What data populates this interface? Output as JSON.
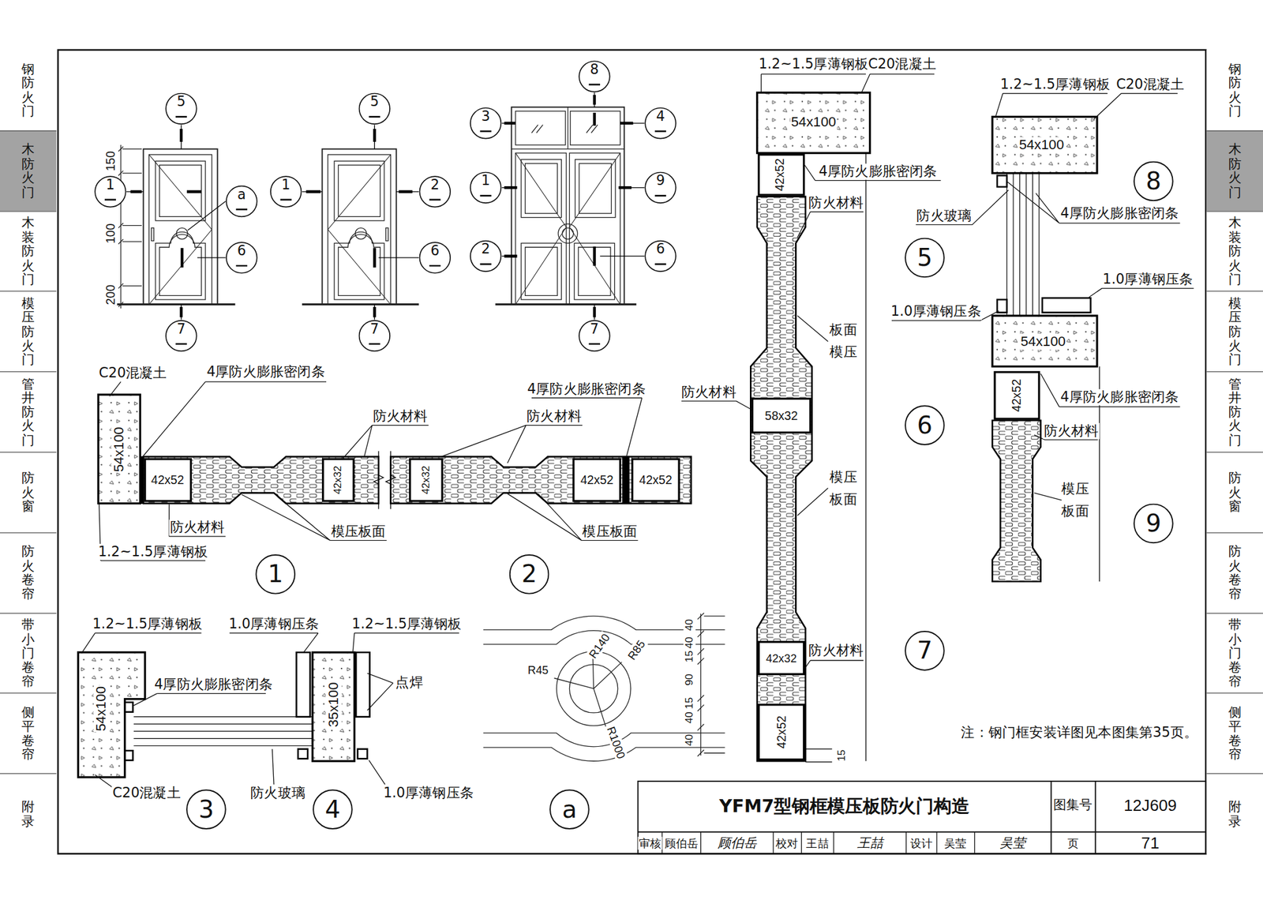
{
  "diagram": {
    "title": "YFM7型钢框模压板防火门构造",
    "nodes": [
      {
        "text": [
          "钢防火门"
        ]
      },
      {
        "text": [
          "木防火门"
        ]
      },
      {
        "text": [
          "木装防火门"
        ]
      },
      {
        "text": [
          "模压防火门"
        ]
      },
      {
        "text": [
          "管井防火门"
        ]
      },
      {
        "text": [
          "防火窗"
        ]
      },
      {
        "text": [
          "防火卷帘"
        ]
      },
      {
        "text": [
          "带小门卷帘"
        ]
      },
      {
        "text": [
          "侧平卷帘"
        ]
      },
      {
        "text": [
          "附录"
        ]
      },
      {
        "text": [
          "5"
        ]
      },
      {
        "text": [
          "1"
        ]
      },
      {
        "text": [
          "a"
        ]
      },
      {
        "text": [
          "6"
        ]
      },
      {
        "text": [
          "7"
        ]
      },
      {
        "text": [
          "5"
        ]
      },
      {
        "text": [
          "1"
        ]
      },
      {
        "text": [
          "2"
        ]
      },
      {
        "text": [
          "6"
        ]
      },
      {
        "text": [
          "7"
        ]
      },
      {
        "text": [
          "8"
        ]
      },
      {
        "text": [
          "3"
        ]
      },
      {
        "text": [
          "4"
        ]
      },
      {
        "text": [
          "1"
        ]
      },
      {
        "text": [
          "9"
        ]
      },
      {
        "text": [
          "2"
        ]
      },
      {
        "text": [
          "6"
        ]
      },
      {
        "text": [
          "7"
        ]
      },
      {
        "text": [
          "1"
        ]
      },
      {
        "text": [
          "2"
        ]
      },
      {
        "text": [
          "3"
        ]
      },
      {
        "text": [
          "4"
        ]
      },
      {
        "text": [
          "a"
        ]
      },
      {
        "text": [
          "5"
        ]
      },
      {
        "text": [
          "6"
        ]
      },
      {
        "text": [
          "7"
        ]
      },
      {
        "text": [
          "8"
        ]
      },
      {
        "text": [
          "9"
        ]
      },
      {
        "text": [
          "钢防火门"
        ]
      },
      {
        "text": [
          "木防火门"
        ]
      },
      {
        "text": [
          "木装防火门"
        ]
      },
      {
        "text": [
          "模压防火门"
        ]
      },
      {
        "text": [
          "管井防火门"
        ]
      },
      {
        "text": [
          "防火窗"
        ]
      },
      {
        "text": [
          "防火卷帘"
        ]
      },
      {
        "text": [
          "带小门卷帘"
        ]
      },
      {
        "text": [
          "侧平卷帘"
        ]
      },
      {
        "text": [
          "附录"
        ]
      }
    ],
    "labels": [
      "150",
      "100",
      "200",
      "C20混凝土",
      "4厚防火膨胀密闭条",
      "54x100",
      "42x52",
      "42x32",
      "防火材料",
      "防火材料",
      "1.2~1.5厚薄钢板",
      "模压板面",
      "4厚防火膨胀密闭条",
      "防火材料",
      "42x32",
      "42x52",
      "42x52",
      "模压板面",
      "1.2~1.5厚薄钢板",
      "4厚防火膨胀密闭条",
      "54x100",
      "C20混凝土",
      "1.0厚薄钢压条",
      "1.2~1.5厚薄钢板",
      "35x100",
      "点焊",
      "防火玻璃",
      "1.0厚薄钢压条",
      "R45",
      "R140",
      "R85",
      "R1000",
      "40",
      "40",
      "15",
      "90",
      "15",
      "40",
      "40",
      "1.2~1.5厚薄钢板",
      "C20混凝土",
      "54x100",
      "42x52",
      "4厚防火膨胀密闭条",
      "防火材料",
      "板面",
      "模压",
      "防火材料",
      "58x32",
      "模压",
      "板面",
      "防火材料",
      "42x32",
      "42x52",
      "15",
      "1.2~1.5厚薄钢板",
      "C20混凝土",
      "54x100",
      "防火玻璃",
      "4厚防火膨胀密闭条",
      "1.0厚薄钢压条",
      "1.0厚薄钢压条",
      "54x100",
      "42x52",
      "4厚防火膨胀密闭条",
      "防火材料",
      "模压",
      "板面",
      "注：钢门框安装详图见本图集第35页。",
      "图集号",
      "12J609",
      "审核",
      "顾伯岳",
      "顾伯岳",
      "校对",
      "王喆",
      "王喆",
      "设计",
      "吴莹",
      "吴莹",
      "页",
      "71"
    ]
  }
}
